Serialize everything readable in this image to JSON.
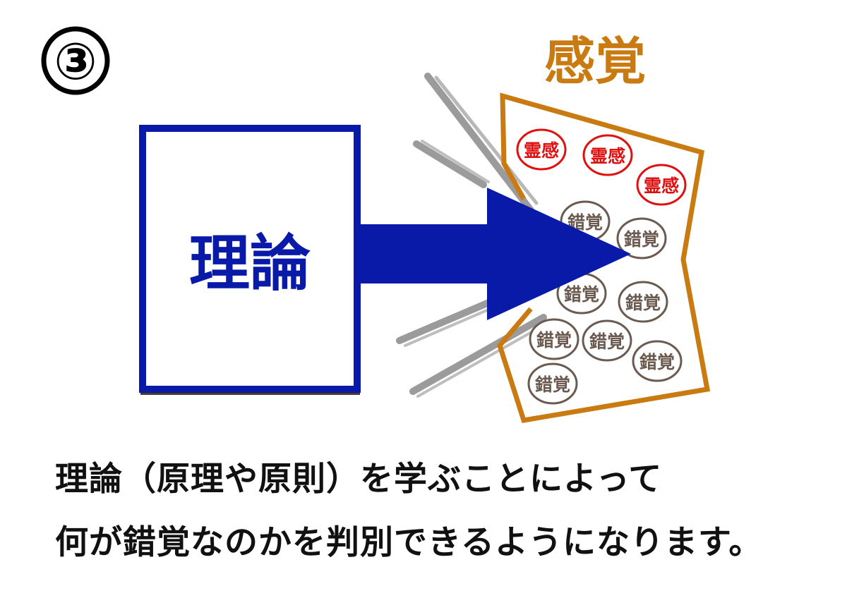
{
  "step_number": "③",
  "left_box": {
    "label": "理論",
    "color": "#0a1aa8"
  },
  "right_region": {
    "label": "感覚",
    "color": "#c97a10"
  },
  "inspiration_label": "霊感",
  "illusion_label": "錯覚",
  "inspiration_color": "#e01010",
  "illusion_color": "#6b5a50",
  "caption": {
    "line1": "理論（原理や原則）を学ぶことによって",
    "line2": "何が錯覚なのかを判別できるようになります。"
  }
}
